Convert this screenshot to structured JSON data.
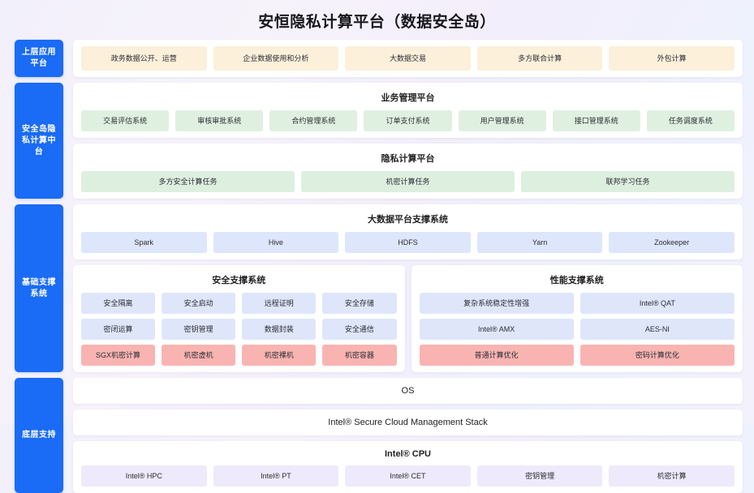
{
  "title": "安恒隐私计算平台（数据安全岛）",
  "bands": [
    {
      "sidebar_label": "上层应用平台",
      "apps": [
        "政务数据公开、运营",
        "企业数据使用和分析",
        "大数据交易",
        "多方联合计算",
        "外包计算"
      ]
    },
    {
      "sidebar_label": "安全岛隐私计算中台",
      "business": {
        "title": "业务管理平台",
        "items": [
          "交易评估系统",
          "审核审批系统",
          "合约管理系统",
          "订单支付系统",
          "用户管理系统",
          "接口管理系统",
          "任务调度系统"
        ]
      },
      "privacy": {
        "title": "隐私计算平台",
        "items": [
          "多方安全计算任务",
          "机密计算任务",
          "联邦学习任务"
        ]
      }
    },
    {
      "sidebar_label": "基础支撑系统",
      "bigdata": {
        "title": "大数据平台支撑系统",
        "items": [
          "Spark",
          "Hive",
          "HDFS",
          "Yarn",
          "Zookeeper"
        ]
      },
      "security": {
        "title": "安全支撑系统",
        "row1": [
          "安全隔离",
          "安全启动",
          "远程证明",
          "安全存储"
        ],
        "row2": [
          "密闭运算",
          "密钥管理",
          "数据封装",
          "安全通信"
        ],
        "row3": [
          "SGX机密计算",
          "机密虚机",
          "机密裸机",
          "机密容器"
        ]
      },
      "performance": {
        "title": "性能支撑系统",
        "row1": [
          "复杂系统稳定性增强",
          "Intel® QAT"
        ],
        "row2": [
          "Intel® AMX",
          "AES-NI"
        ],
        "row3": [
          "普通计算优化",
          "密码计算优化"
        ]
      }
    },
    {
      "sidebar_label": "底层支持",
      "os_label": "OS",
      "stack_label": "Intel® Secure Cloud Management Stack",
      "cpu": {
        "title": "Intel® CPU",
        "items": [
          "Intel® HPC",
          "Intel® PT",
          "Intel® CET",
          "密钥管理",
          "机密计算"
        ]
      }
    }
  ],
  "colors": {
    "sidebar": "#1a6bf5",
    "app_chip": "#fcf0db",
    "green_chip": "#dff0e0",
    "blue_chip": "#dee6fb",
    "red_chip": "#f9b4b2",
    "purple_chip": "#eeeafb"
  }
}
